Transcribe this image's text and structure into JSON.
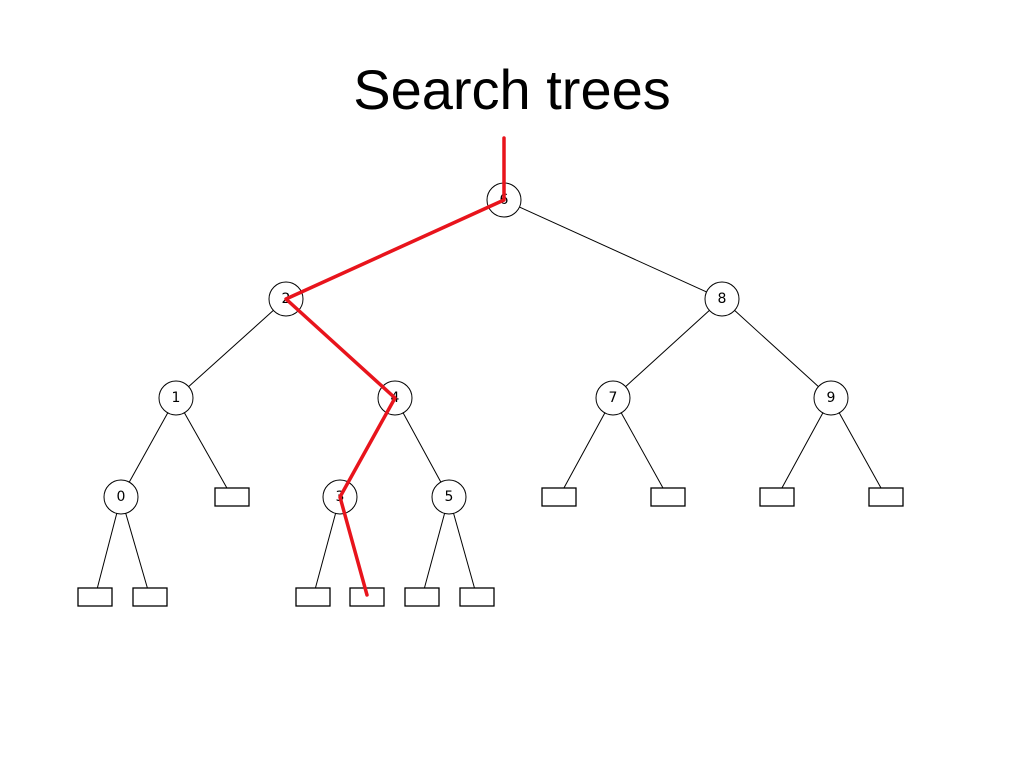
{
  "title": "Search trees",
  "colors": {
    "path": "#e8141c",
    "ink": "#000000",
    "background": "#ffffff"
  },
  "tree": {
    "nodes": [
      {
        "id": "n6",
        "label": "6",
        "parent": null
      },
      {
        "id": "n2",
        "label": "2",
        "parent": "n6"
      },
      {
        "id": "n8",
        "label": "8",
        "parent": "n6"
      },
      {
        "id": "n1",
        "label": "1",
        "parent": "n2"
      },
      {
        "id": "n4",
        "label": "4",
        "parent": "n2"
      },
      {
        "id": "n7",
        "label": "7",
        "parent": "n8"
      },
      {
        "id": "n9",
        "label": "9",
        "parent": "n8"
      },
      {
        "id": "n0",
        "label": "0",
        "parent": "n1"
      },
      {
        "id": "n3",
        "label": "3",
        "parent": "n4"
      },
      {
        "id": "n5",
        "label": "5",
        "parent": "n4"
      }
    ],
    "leaves": [
      {
        "id": "l0a",
        "parent": "n0"
      },
      {
        "id": "l0b",
        "parent": "n0"
      },
      {
        "id": "l1b",
        "parent": "n1"
      },
      {
        "id": "l3a",
        "parent": "n3"
      },
      {
        "id": "l3b",
        "parent": "n3"
      },
      {
        "id": "l5a",
        "parent": "n5"
      },
      {
        "id": "l5b",
        "parent": "n5"
      },
      {
        "id": "l7a",
        "parent": "n7"
      },
      {
        "id": "l7b",
        "parent": "n7"
      },
      {
        "id": "l9a",
        "parent": "n9"
      },
      {
        "id": "l9b",
        "parent": "n9"
      }
    ],
    "search_path": [
      "n6",
      "n2",
      "n4",
      "n3",
      "l3b"
    ]
  }
}
